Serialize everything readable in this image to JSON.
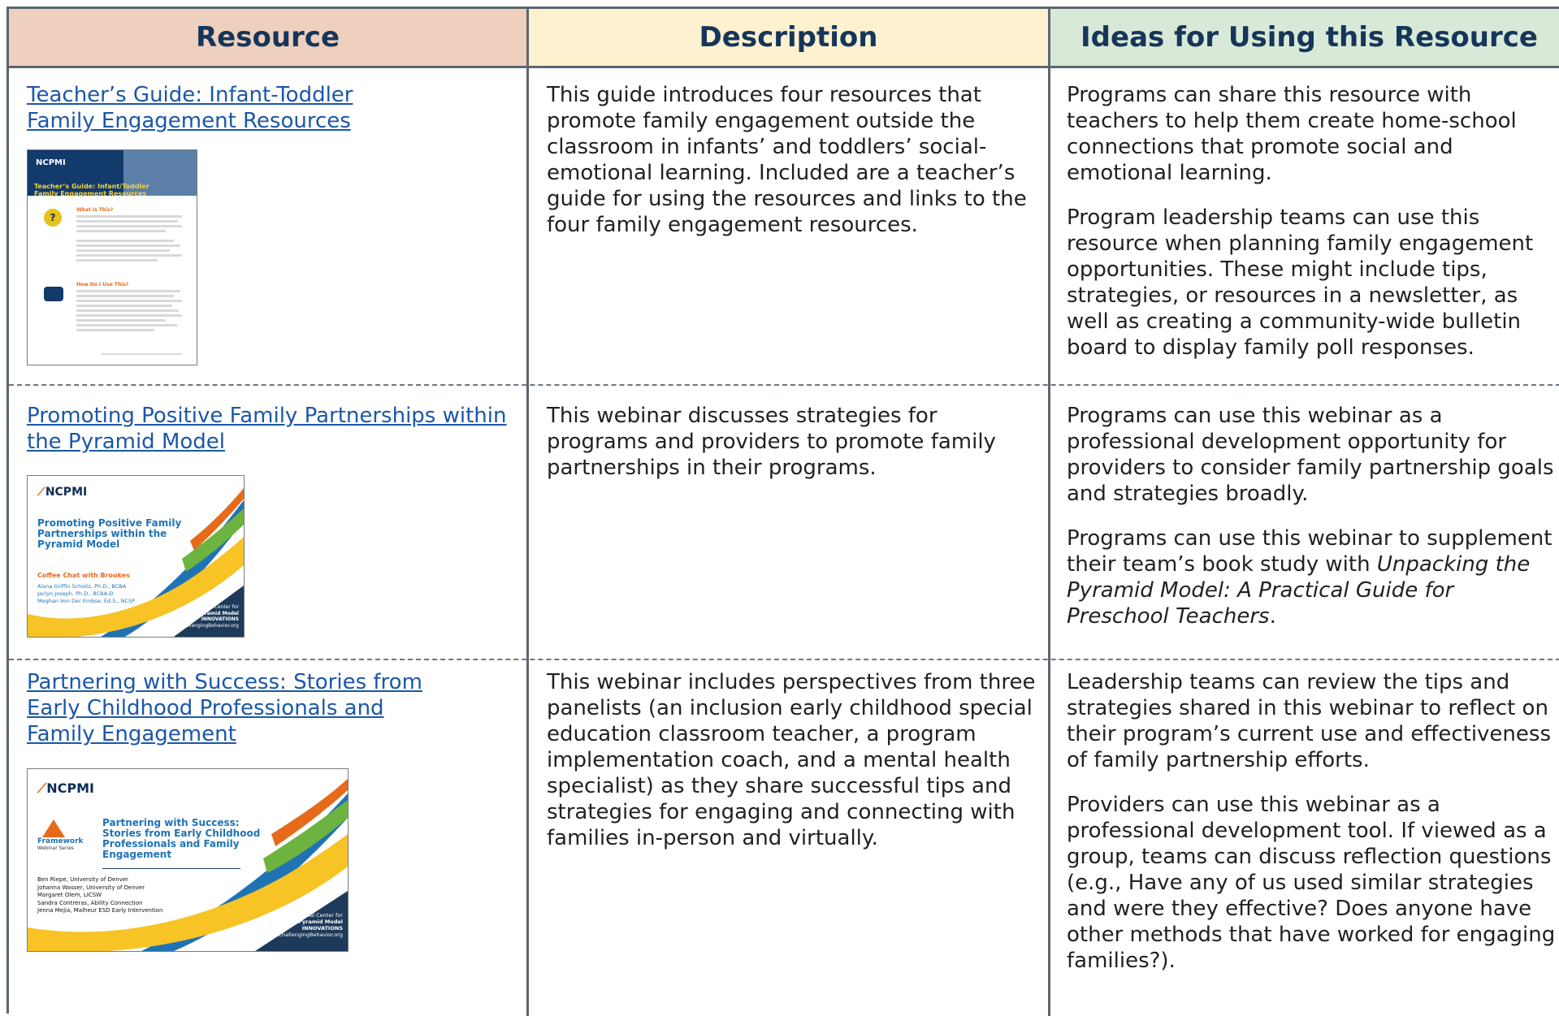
{
  "header": {
    "resource": "Resource",
    "description": "Description",
    "ideas": "Ideas for Using this Resource"
  },
  "rows": [
    {
      "link_lines": [
        "Teacher’s Guide: Infant-Toddler",
        "Family Engagement Resources"
      ],
      "thumbnail": {
        "brand": "NCPMI",
        "title_lines": [
          "Teacher’s Guide: Infant/Toddler",
          "Family Engagement Resources"
        ],
        "section_1": "What Is This?",
        "section_2": "How Do I Use This?",
        "icons": [
          "question-bubble-icon",
          "computer-icon"
        ]
      },
      "description": "This guide introduces four resources that promote family engagement outside the classroom in infants’ and toddlers’ social-emotional learning. Included are a teacher’s guide for using the resources and links to the four family engagement resources.",
      "ideas": [
        "Programs can share this resource with teachers to help them create home-school connections that promote social and emotional learning.",
        "Program leadership teams can use this resource when planning family engagement opportunities. These might include tips, strategies, or resources in a newsletter, as well as creating a community-wide bulletin board to display family poll responses."
      ]
    },
    {
      "link_lines": [
        "Promoting Positive Family Partnerships within",
        "the Pyramid Model"
      ],
      "thumbnail": {
        "brand": "NCPMI",
        "title_lines": [
          "Promoting Positive Family",
          "Partnerships within the",
          "Pyramid Model"
        ],
        "subtitle": "Coffee Chat with Brookes",
        "names": [
          "Alana Griffin Schoitz, Ph.D., BCBA",
          "Jaclyn Joseph, Ph.D., BCBA-D",
          "Meghan Von Der Embse, Ed.S., NCSP"
        ],
        "corner_lines": [
          "National Center for",
          "Pyramid Model",
          "INNOVATIONS",
          "ChallengingBehavior.org"
        ]
      },
      "description": "This webinar discusses strategies for programs and providers to promote family partnerships in their programs.",
      "ideas": [
        "Programs can use this webinar as a professional development opportunity for providers to consider family partnership goals and strategies broadly.",
        "Programs can use this webinar to supplement their team’s book study with "
      ],
      "ideas_italic": "Unpacking the Pyramid Model: A Practical Guide for Preschool Teachers",
      "ideas_end": "."
    },
    {
      "link_lines": [
        "Partnering with Success: Stories from",
        "Early Childhood Professionals and",
        "Family Engagement"
      ],
      "thumbnail": {
        "brand": "NCPMI",
        "series_logo": "Framework",
        "series_label": "Webinar Series",
        "title_lines": [
          "Partnering with Success:",
          "Stories from Early Childhood",
          "Professionals and Family",
          "Engagement"
        ],
        "names": [
          "Ben Riepe, University of Denver",
          "Johanna Wasser, University of Denver",
          "Margaret Olem, LICSW",
          "Sandra Contreras, Ability Connection",
          "Jenna Mejia, Malheur ESD Early Intervention"
        ],
        "corner_lines": [
          "National Center for",
          "Pyramid Model",
          "INNOVATIONS",
          "ChallengingBehavior.org"
        ]
      },
      "description": "This webinar includes perspectives from three panelists (an inclusion early childhood special education classroom teacher, a program implementation coach, and a mental health specialist) as they share successful tips and strategies for engaging and connecting with families in-person and virtually.",
      "ideas": [
        "Leadership teams can review the tips and strategies shared in this webinar to reflect on their program’s current use and effectiveness of family partnership efforts.",
        "Providers can use this webinar as a professional development tool. If viewed as a group, teams can discuss reflection questions (e.g., Have any of us used similar strategies and were they effective? Does anyone have other methods that have worked for engaging families?)."
      ]
    }
  ]
}
